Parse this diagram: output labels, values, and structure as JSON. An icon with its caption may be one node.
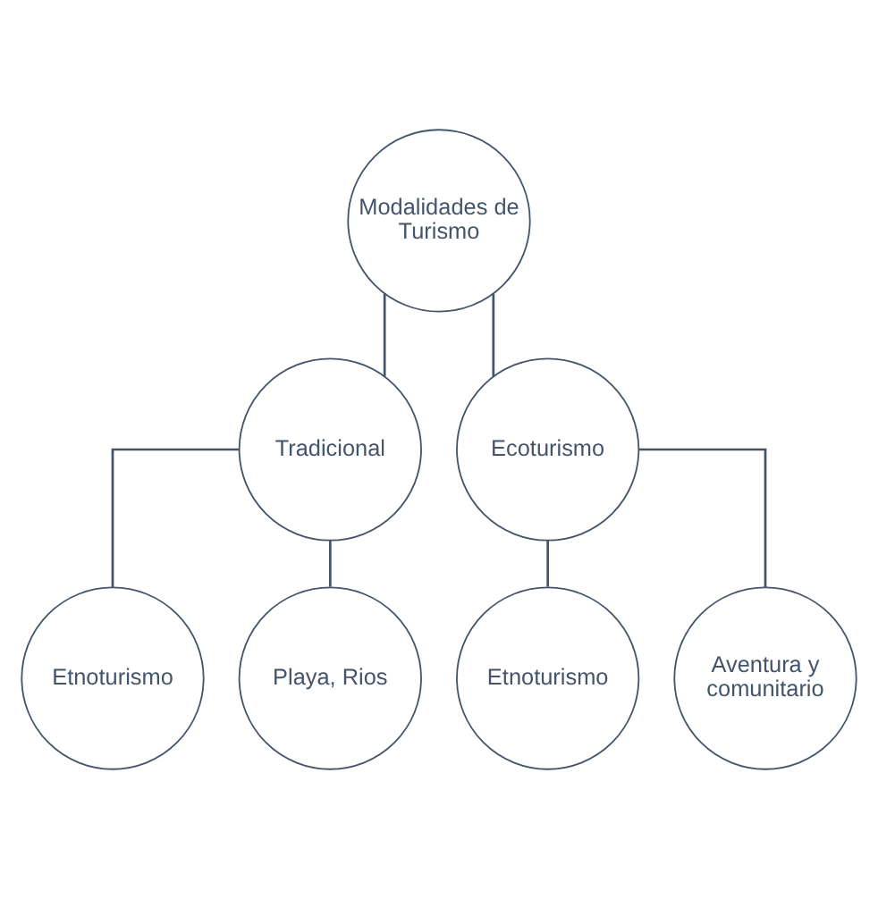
{
  "diagram": {
    "nodes": [
      {
        "text": [
          "Modalidades de Turismo"
        ]
      },
      {
        "text": [
          "Tradicional"
        ]
      },
      {
        "text": [
          "Ecoturismo"
        ]
      },
      {
        "text": [
          "Etnoturismo"
        ]
      },
      {
        "text": [
          "Playa, Rios"
        ]
      },
      {
        "text": [
          "Etnoturismo"
        ]
      },
      {
        "text": [
          "Aventura y comunitario"
        ]
      }
    ],
    "edges": [
      {
        "from": 0,
        "to": 1,
        "arrow": "none"
      },
      {
        "from": 0,
        "to": 2,
        "arrow": "none"
      },
      {
        "from": 1,
        "to": 3,
        "arrow": "none"
      },
      {
        "from": 1,
        "to": 4,
        "arrow": "none"
      },
      {
        "from": 2,
        "to": 5,
        "arrow": "none"
      },
      {
        "from": 2,
        "to": 6,
        "arrow": "none"
      }
    ]
  }
}
